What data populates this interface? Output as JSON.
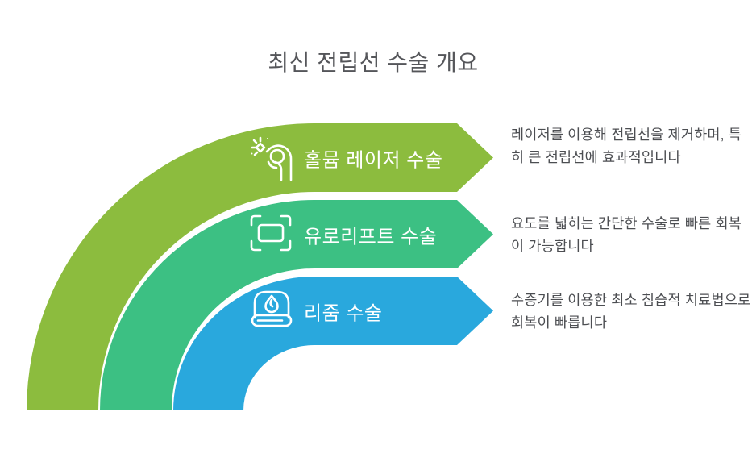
{
  "title": "최신 전립선 수술 개요",
  "bands": [
    {
      "label": "홀뮴 레이저 수술",
      "description": "레이저를 이용해 전립선을 제거하며, 특히 큰 전립선에 효과적입니다",
      "color": "#8cbc3e",
      "icon": "laser-hand-icon"
    },
    {
      "label": "유로리프트 수술",
      "description": "요도를 넓히는 간단한 수술로 빠른 회복이 가능합니다",
      "color": "#3cc083",
      "icon": "scan-frame-icon"
    },
    {
      "label": "리줌 수술",
      "description": "수증기를 이용한 최소 침습적 치료법으로 회복이 빠릅니다",
      "color": "#29a8dd",
      "icon": "steam-droplet-icon"
    }
  ],
  "text_colors": {
    "title": "#55565a",
    "band_label": "#ffffff",
    "description": "#4c4e52"
  }
}
